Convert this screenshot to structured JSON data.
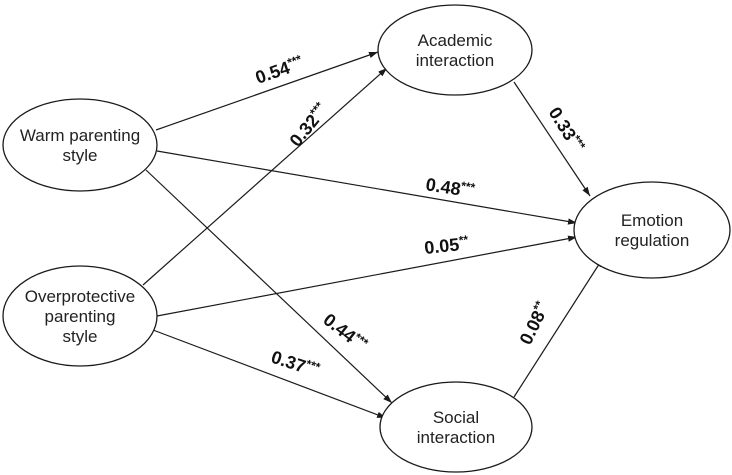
{
  "diagram": {
    "type": "path-diagram",
    "nodes": [
      {
        "id": "warm",
        "label_lines": [
          "Warm parenting",
          "style"
        ]
      },
      {
        "id": "overprotective",
        "label_lines": [
          "Overprotective",
          "parenting",
          "style"
        ]
      },
      {
        "id": "academic",
        "label_lines": [
          "Academic",
          "interaction"
        ]
      },
      {
        "id": "emotion",
        "label_lines": [
          "Emotion",
          "regulation"
        ]
      },
      {
        "id": "social",
        "label_lines": [
          "Social",
          "interaction"
        ]
      }
    ],
    "edges": [
      {
        "from": "warm",
        "to": "academic",
        "coefficient": "0.54",
        "significance": "***"
      },
      {
        "from": "overprotective",
        "to": "academic",
        "coefficient": "0.32",
        "significance": "***"
      },
      {
        "from": "academic",
        "to": "emotion",
        "coefficient": "0.33",
        "significance": "***"
      },
      {
        "from": "warm",
        "to": "emotion",
        "coefficient": "0.48",
        "significance": "***"
      },
      {
        "from": "overprotective",
        "to": "emotion",
        "coefficient": "0.05",
        "significance": "**"
      },
      {
        "from": "warm",
        "to": "social",
        "coefficient": "0.44",
        "significance": "***"
      },
      {
        "from": "overprotective",
        "to": "social",
        "coefficient": "0.37",
        "significance": "***"
      },
      {
        "from": "social",
        "to": "emotion",
        "coefficient": "0.08",
        "significance": "**"
      }
    ],
    "colors": {
      "stroke": "#1a1a1a",
      "text": "#222222",
      "background": "#ffffff"
    }
  }
}
